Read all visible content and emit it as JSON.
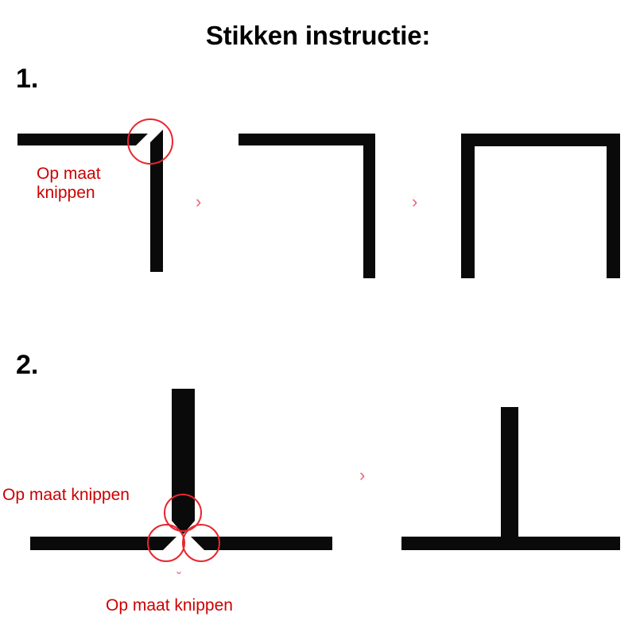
{
  "title": "Stikken instructie:",
  "colors": {
    "bar": "#0a0a0a",
    "annotation": "#cc0000",
    "chevron": "#f2607a",
    "background": "#ffffff"
  },
  "steps": [
    {
      "number": "1.",
      "labels": [
        {
          "name": "cut-to-size-step1",
          "line1": "Op maat",
          "line2": "knippen",
          "text": "Op maat knippen"
        }
      ],
      "separators": [
        {
          "name": "chevron-right-1",
          "glyph": "›"
        },
        {
          "name": "chevron-right-2",
          "glyph": "›"
        }
      ],
      "shapes": [
        {
          "name": "mitred-corner-open",
          "description": "horizontal bar and vertical bar with diagonal mitre cut, highlighted"
        },
        {
          "name": "joined-corner",
          "description": "closed L corner after stitching"
        },
        {
          "name": "u-frame",
          "description": "inverted U frame with two stitched corners"
        }
      ]
    },
    {
      "number": "2.",
      "labels": [
        {
          "name": "cut-to-size-step2-left",
          "text": "Op maat knippen"
        },
        {
          "name": "cut-to-size-step2-bottom",
          "text": "Op maat knippen"
        }
      ],
      "separators": [
        {
          "name": "chevron-right-3",
          "glyph": "›"
        },
        {
          "name": "chevron-down-1",
          "glyph": "ˇ"
        }
      ],
      "shapes": [
        {
          "name": "t-junction-open",
          "description": "vertical bar with pointed tip meeting notched horizontal bar, three highlight circles"
        },
        {
          "name": "t-junction-joined",
          "description": "finished T junction"
        }
      ]
    }
  ]
}
